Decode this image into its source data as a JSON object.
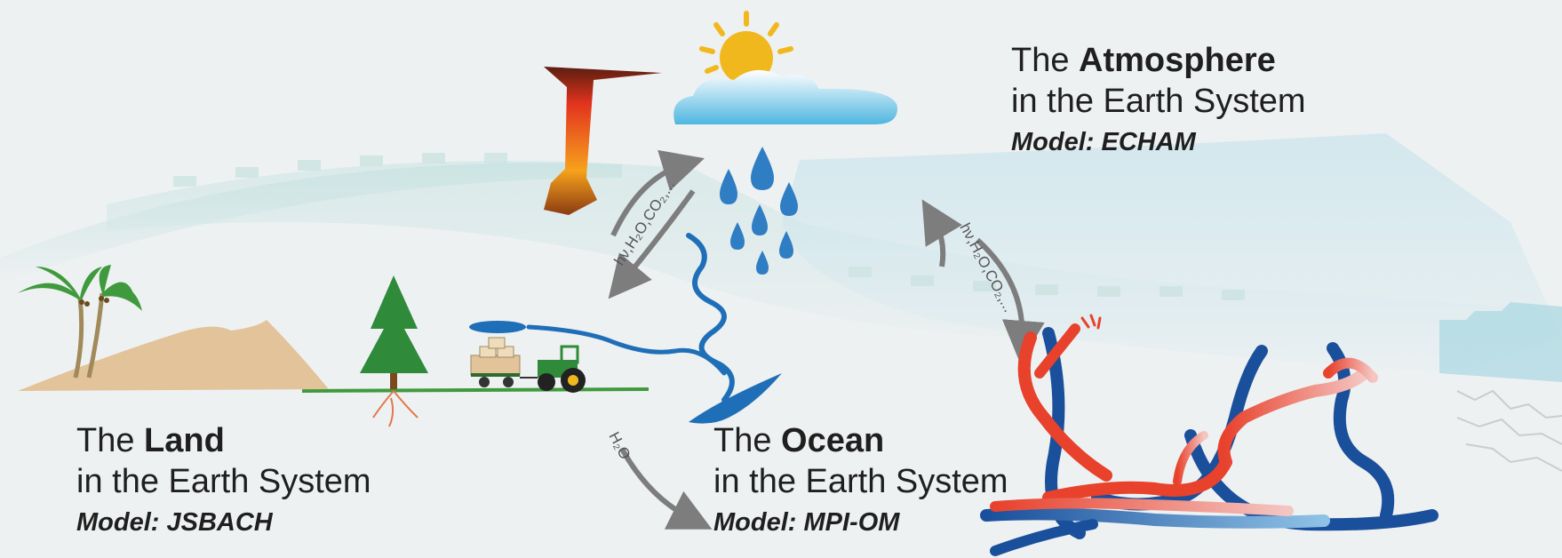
{
  "atmosphere": {
    "prefix": "The",
    "name": "Atmosphere",
    "subtitle": "in the Earth System",
    "model": "Model: ECHAM"
  },
  "land": {
    "prefix": "The",
    "name": "Land",
    "subtitle": "in the Earth System",
    "model": "Model: JSBACH"
  },
  "ocean": {
    "prefix": "The",
    "name": "Ocean",
    "subtitle": "in the Earth System",
    "model": "Model: MPI-OM"
  },
  "fluxes": {
    "land_atmosphere": "hν,H₂O,CO₂,...",
    "ocean_atmosphere": "hν,H₂O,CO₂,...",
    "land_ocean": "H₂O"
  },
  "colors": {
    "warm_current": "#e8412c",
    "cold_current": "#1a4f9c",
    "water": "#1f6fb8",
    "sun": "#f1b81e",
    "sand": "#e2c39a",
    "tree": "#2f8a3a",
    "arrow": "#7d7d7d"
  },
  "icons": [
    "sun-icon",
    "cloud-icon",
    "volcano-icon",
    "raindrop-icon",
    "palm-tree-icon",
    "fir-tree-icon",
    "tractor-icon",
    "river-icon",
    "ocean-current-icon"
  ]
}
